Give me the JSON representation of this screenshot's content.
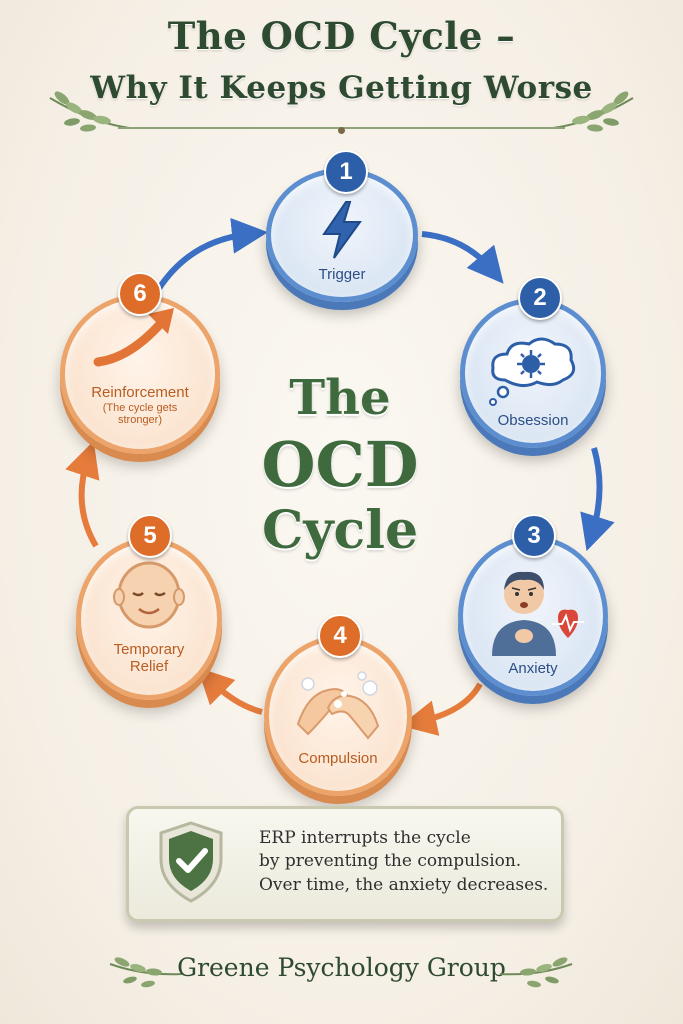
{
  "header": {
    "title_line1": "The OCD Cycle –",
    "title_line2": "Why It Keeps Getting Worse"
  },
  "center": {
    "line1": "The",
    "line2": "OCD",
    "line3": "Cycle"
  },
  "steps": [
    {
      "number": "1",
      "label": "Trigger",
      "icon": "lightning-bolt-icon",
      "color": "#2d5fa8"
    },
    {
      "number": "2",
      "label": "Obsession",
      "icon": "thought-cloud-icon",
      "color": "#2d5fa8"
    },
    {
      "number": "3",
      "label": "Anxiety",
      "icon": "anxious-person-icon",
      "color": "#2d5fa8"
    },
    {
      "number": "4",
      "label": "Compulsion",
      "icon": "hand-washing-icon",
      "color": "#de6d2a"
    },
    {
      "number": "5",
      "label_line1": "Temporary",
      "label_line2": "Relief",
      "icon": "relieved-face-icon",
      "color": "#de6d2a"
    },
    {
      "number": "6",
      "label": "Reinforcement",
      "sub_line1": "(The cycle gets",
      "sub_line2": "stronger)",
      "icon": "rising-arrow-icon",
      "color": "#de6d2a"
    }
  ],
  "info": {
    "icon": "shield-check-icon",
    "line1": "ERP interrupts the cycle",
    "line2": "by preventing the compulsion.",
    "line3": "Over time, the anxiety decreases."
  },
  "footer": {
    "brand": "Greene Psychology Group"
  },
  "colors": {
    "blue": "#2d5fa8",
    "orange": "#de6d2a",
    "green": "#2e4a30"
  }
}
